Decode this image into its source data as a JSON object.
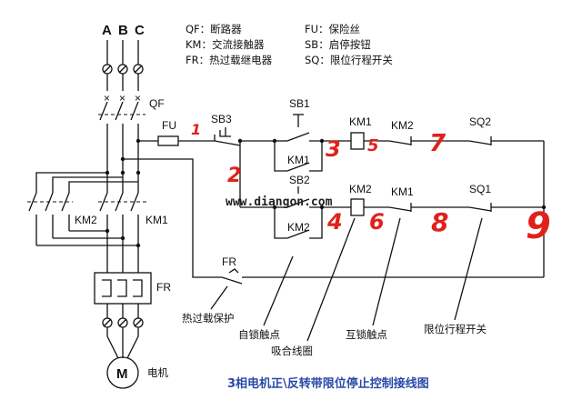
{
  "phases": [
    "A",
    "B",
    "C"
  ],
  "legend": {
    "qf": "QF：断路器",
    "km": "KM：交流接触器",
    "fr": "FR：热过载继电器",
    "fu": "FU：保险丝",
    "sb": "SB：启停按钮",
    "sq": "SQ：限位行程开关"
  },
  "components": {
    "qf": "QF",
    "fu": "FU",
    "sb3": "SB3",
    "sb1": "SB1",
    "sb2": "SB2",
    "km1_coil": "KM1",
    "km2_coil": "KM2",
    "km1_hold": "KM1",
    "km2_hold": "KM2",
    "km2_interlock": "KM2",
    "km1_interlock": "KM1",
    "sq2": "SQ2",
    "sq1": "SQ1",
    "km2_main": "KM2",
    "km1_main": "KM1",
    "fr_relay": "FR",
    "fr_contact": "FR",
    "motor": "M",
    "motor_label": "电机"
  },
  "annotations": {
    "thermal": "热过载保护",
    "self_lock": "自锁触点",
    "coil": "吸合线圈",
    "interlock": "互锁触点",
    "limit": "限位行程开关"
  },
  "handwritten": [
    "1",
    "2",
    "3",
    "4",
    "5",
    "6",
    "7",
    "8",
    "9"
  ],
  "watermark": "www.diangon.com",
  "caption": "3相电机正\\反转带限位停止控制接线图",
  "colors": {
    "wire": "#111111",
    "handwriting": "#e0211b",
    "caption": "#2a4aa8",
    "coil_fill": "#ffffff"
  }
}
